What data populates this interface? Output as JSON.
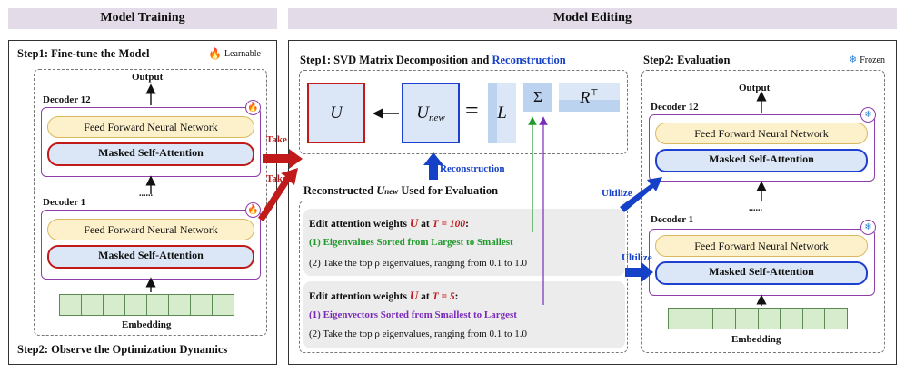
{
  "headers": {
    "training": "Model Training",
    "editing": "Model Editing"
  },
  "training": {
    "step1": "Step1: Fine-tune the Model",
    "learnable": "Learnable",
    "output": "Output",
    "decoder_top": "Decoder 12",
    "decoder_bottom": "Decoder 1",
    "ffn": "Feed Forward Neural Network",
    "msa": "Masked Self-Attention",
    "dots": "......",
    "embedding": "Embedding",
    "step2": "Step2: Observe the Optimization Dynamics",
    "take": "Take"
  },
  "svd": {
    "step1_a": "Step1: SVD Matrix Decomposition and ",
    "step1_b": "Reconstruction",
    "U": "U",
    "U_new": "U",
    "U_new_sub": "new",
    "equals": "=",
    "L": "L",
    "sigma": "Σ",
    "R": "R",
    "R_sup": "⊤",
    "reconstruction": "Reconstruction"
  },
  "recon": {
    "title_a": "Reconstructed ",
    "title_u": "U",
    "title_sub": "new",
    "title_b": " Used for Evaluation",
    "box1_a": "Edit attention weights ",
    "box1_u": "U",
    "box1_b": " at ",
    "box1_t": "T = 100",
    "box1_c": ":",
    "box1_line1": "(1) Eigenvalues Sorted from Largest to Smallest",
    "box1_line2": "(2) Take the top ρ eigenvalues, ranging from 0.1 to 1.0",
    "box2_a": "Edit attention weights ",
    "box2_u": "U",
    "box2_b": " at ",
    "box2_t": "T = 5",
    "box2_c": ":",
    "box2_line1": "(1) Eigenvectors Sorted from Smallest to Largest",
    "box2_line2": "(2) Take the top ρ eigenvalues, ranging from 0.1 to 1.0"
  },
  "eval": {
    "step2": "Step2: Evaluation",
    "frozen": "Frozen",
    "output": "Output",
    "decoder_top": "Decoder 12",
    "decoder_bottom": "Decoder 1",
    "ffn": "Feed Forward Neural Network",
    "msa": "Masked Self-Attention",
    "dots": "......",
    "embedding": "Embedding",
    "utilize": "Ultilize"
  },
  "colors": {
    "red": "#c11a1a",
    "blue": "#1f3fd0",
    "dark_blue": "#1540c8",
    "green": "#1f9a2a",
    "purple": "#7a2bb8",
    "header_bg": "#e3dbe8"
  },
  "icons": {
    "learnable": "flame-icon",
    "frozen": "snowflake-icon"
  }
}
